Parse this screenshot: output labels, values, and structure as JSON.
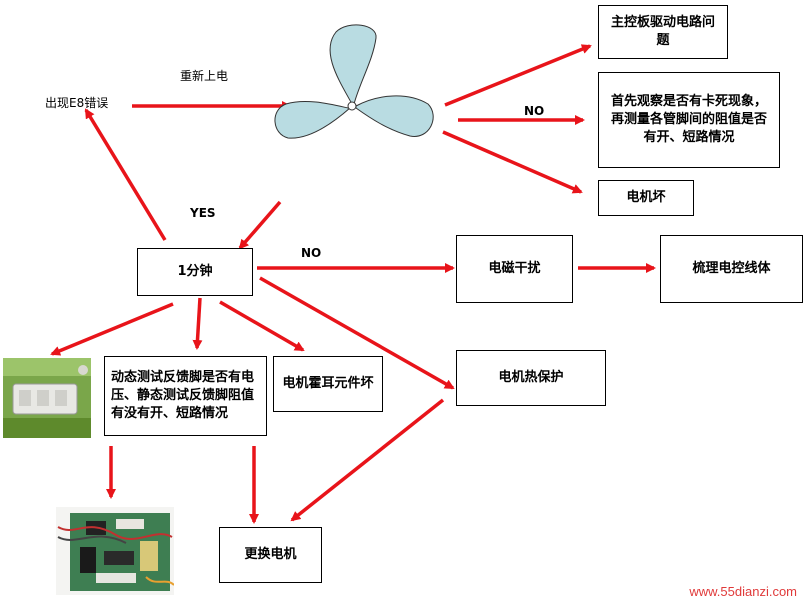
{
  "labels": {
    "start": "出现E8错误",
    "repower": "重新上电",
    "yes": "YES",
    "no_top": "NO",
    "no_mid": "NO"
  },
  "boxes": {
    "board_drive": "主控板驱动电路问题",
    "inspect": "首先观察是否有卡死现象，再测量各管脚间的阻值是否有开、短路情况",
    "motor_broken": "电机坏",
    "one_minute": "1分钟",
    "emi": "电磁干扰",
    "wiring": "梳理电控线体",
    "thermal": "电机热保护",
    "feedback_test": "动态测试反馈脚是否有电压、静态测试反馈脚阻值有没有开、短路情况",
    "hall_broken": "电机霍耳元件坏",
    "replace_motor": "更换电机"
  },
  "watermark": "www.55dianzi.com",
  "colors": {
    "arrow": "#e8141a",
    "fan_fill": "#b9dce2",
    "fan_stroke": "#333333"
  }
}
